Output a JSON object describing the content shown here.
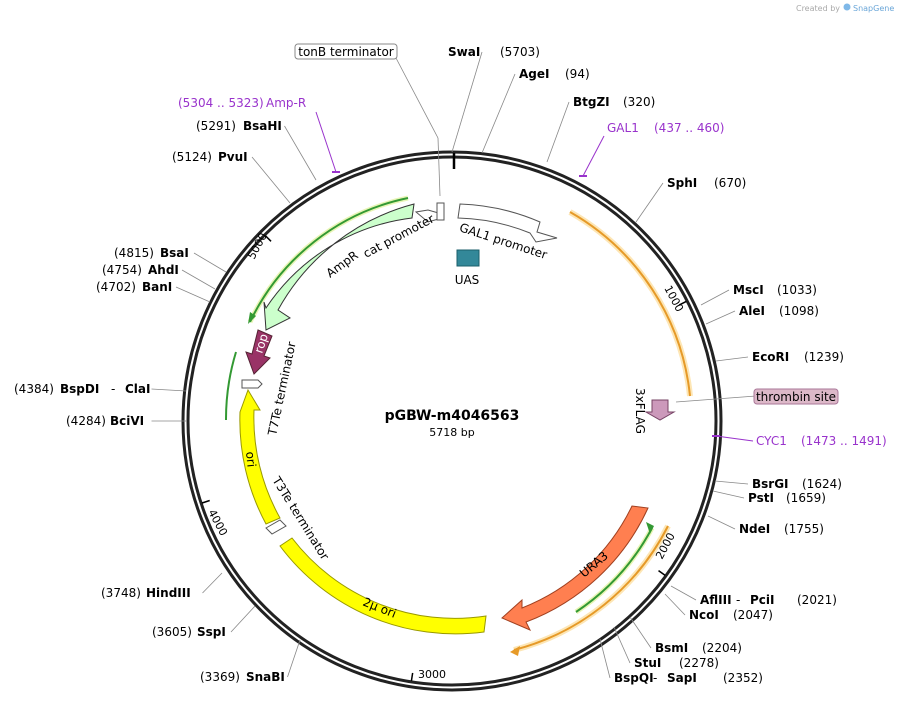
{
  "watermark": {
    "created_by": "Created by",
    "brand": "SnapGene"
  },
  "plasmid": {
    "name": "pGBW-m4046563",
    "size_text": "5718 bp",
    "length": 5718
  },
  "ticks": [
    {
      "bp": 1000,
      "label": "1000"
    },
    {
      "bp": 2000,
      "label": "2000"
    },
    {
      "bp": 3000,
      "label": "3000"
    },
    {
      "bp": 4000,
      "label": "4000"
    },
    {
      "bp": 5000,
      "label": "5000"
    }
  ],
  "sites": [
    {
      "name": "SwaI",
      "pos": "(5703)"
    },
    {
      "name": "AgeI",
      "pos": "(94)"
    },
    {
      "name": "BtgZI",
      "pos": "(320)"
    },
    {
      "name": "SphI",
      "pos": "(670)"
    },
    {
      "name": "MscI",
      "pos": "(1033)"
    },
    {
      "name": "AleI",
      "pos": "(1098)"
    },
    {
      "name": "EcoRI",
      "pos": "(1239)"
    },
    {
      "name": "BsrGI",
      "pos": "(1624)"
    },
    {
      "name": "PstI",
      "pos": "(1659)"
    },
    {
      "name": "NdeI",
      "pos": "(1755)"
    },
    {
      "name": "AflIII",
      "name2": "PciI",
      "pos": "(2021)"
    },
    {
      "name": "NcoI",
      "pos": "(2047)"
    },
    {
      "name": "BsmI",
      "pos": "(2204)"
    },
    {
      "name": "StuI",
      "pos": "(2278)"
    },
    {
      "name": "BspQI",
      "name2": "SapI",
      "pos": "(2352)"
    },
    {
      "name": "SnaBI",
      "pos": "(3369)"
    },
    {
      "name": "SspI",
      "pos": "(3605)"
    },
    {
      "name": "HindIII",
      "pos": "(3748)"
    },
    {
      "name": "BciVI",
      "pos": "(4284)"
    },
    {
      "name": "BspDI",
      "name2": "ClaI",
      "pos": "(4384)"
    },
    {
      "name": "BanI",
      "pos": "(4702)"
    },
    {
      "name": "AhdI",
      "pos": "(4754)"
    },
    {
      "name": "BsaI",
      "pos": "(4815)"
    },
    {
      "name": "PvuI",
      "pos": "(5124)"
    },
    {
      "name": "BsaHI",
      "pos": "(5291)"
    }
  ],
  "primers": [
    {
      "name": "Amp-R",
      "range": "(5304 .. 5323)"
    },
    {
      "name": "GAL1",
      "range": "(437 .. 460)"
    },
    {
      "name": "CYC1",
      "range": "(1473 .. 1491)"
    }
  ],
  "features": {
    "tonB": "tonB terminator",
    "gal1_promoter": "GAL1 promoter",
    "uas": "UAS",
    "cat_promoter": "cat promoter",
    "ampr": "AmpR",
    "rop": "rop",
    "t7te": "T7Te terminator",
    "ori": "ori",
    "t3te": "T3Te terminator",
    "two_micron": "2μ ori",
    "ura3": "URA3",
    "flag": "3xFLAG",
    "thrombin": "thrombin site"
  },
  "colors": {
    "primer": "#9933cc",
    "ampr_fill": "#ccffcc",
    "ori_fill": "#ffff00",
    "ura3_fill": "#ff7f50",
    "rop_fill": "#993366",
    "uas_fill": "#338899",
    "flag_fill": "#cc99bb",
    "thrombin_fill": "#dcb8c8",
    "orf_green": "#339933",
    "orf_orange": "#e69a28"
  }
}
